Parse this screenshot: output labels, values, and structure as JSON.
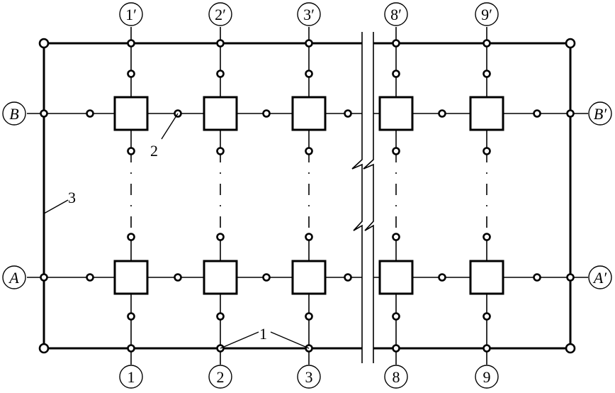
{
  "axes": {
    "top": [
      "1′",
      "2′",
      "3′",
      "8′",
      "9′"
    ],
    "bottom": [
      "1",
      "2",
      "3",
      "8",
      "9"
    ],
    "left": [
      "B",
      "A"
    ],
    "right": [
      "B′",
      "A′"
    ]
  },
  "callouts": {
    "one": "1",
    "two": "2",
    "three": "3"
  },
  "colors": {
    "line": "#000000",
    "background": "#ffffff"
  }
}
